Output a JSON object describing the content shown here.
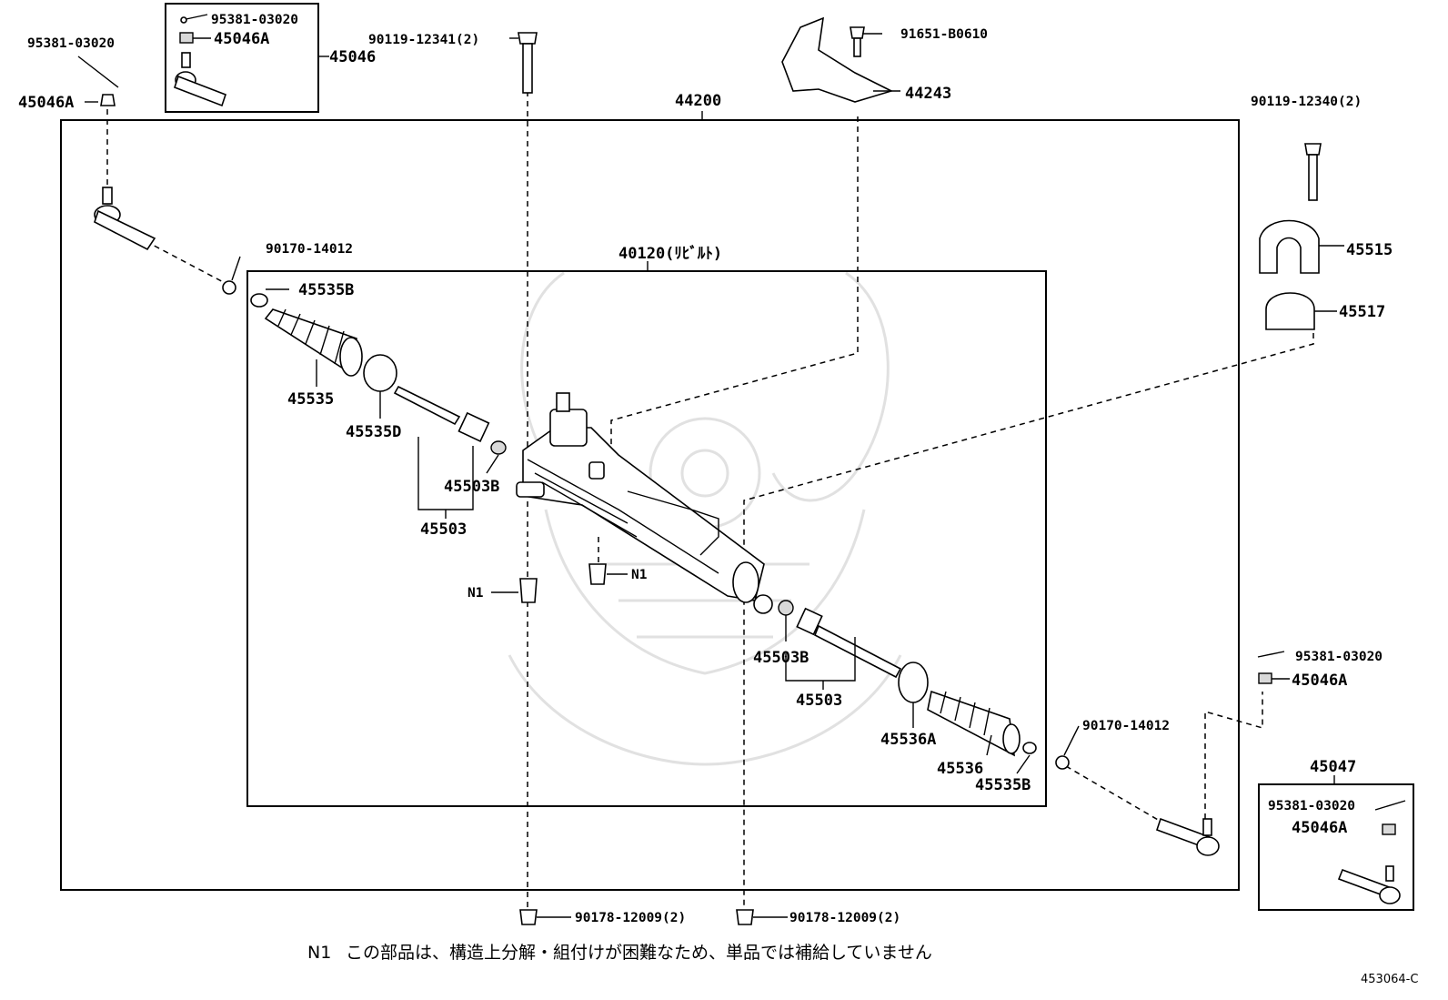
{
  "diagram_id": "453064-C",
  "note": {
    "mark": "N1",
    "text": "この部品は、構造上分解・組付けが困難なため、単品では補給していません"
  },
  "groups": {
    "assembly": "44200",
    "rebuilt": "40120(ﾘﾋﾞﾙﾄ)",
    "tie_rod_end_lh": "45046",
    "tie_rod_end_rh": "45047"
  },
  "labels": {
    "cotter_pin_tl": "95381-03020",
    "nut_tl": "45046A",
    "kit_cotter_pin_lh": "95381-03020",
    "kit_nut_lh": "45046A",
    "bolt_top": "90119-12341(2)",
    "bolt_bracket": "91651-B0610",
    "bracket": "44243",
    "bolt_right": "90119-12340(2)",
    "bracket_right": "45515",
    "bushing_right": "45517",
    "nut_90170_left": "90170-14012",
    "clip_left": "45535B",
    "boot_left": "45535",
    "clamp_left": "45535D",
    "washer_left": "45503B",
    "rod_left": "45503",
    "n1_left": "N1",
    "n1_center": "N1",
    "washer_right": "45503B",
    "rod_right": "45503",
    "clamp_right": "45536A",
    "boot_right": "45536",
    "clip_right": "45535B",
    "nut_90170_right": "90170-14012",
    "cotter_pin_right": "95381-03020",
    "nut_right": "45046A",
    "kit_cotter_pin_rh": "95381-03020",
    "kit_nut_rh": "45046A",
    "nut_bottom_left": "90178-12009(2)",
    "nut_bottom_right": "90178-12009(2)"
  }
}
